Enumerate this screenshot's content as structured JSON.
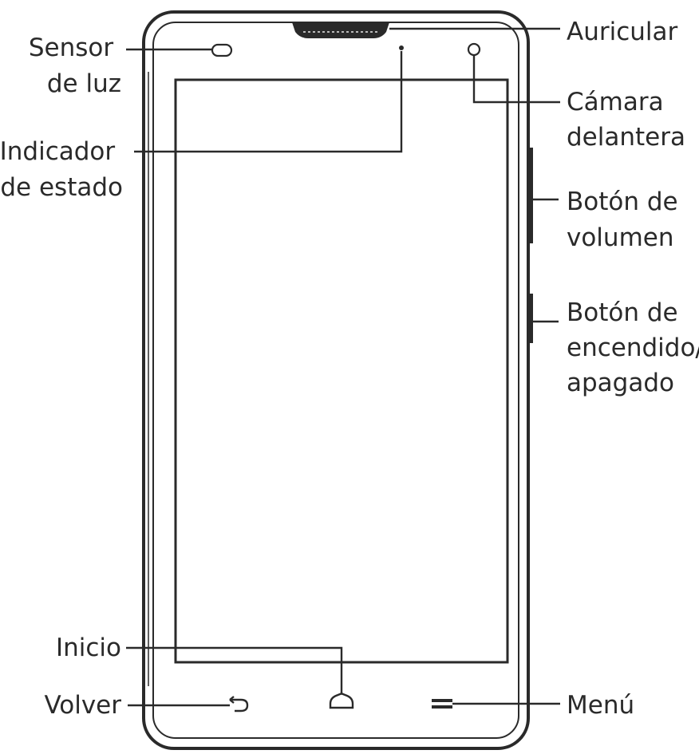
{
  "labels": {
    "auricular": "Auricular",
    "sensor_luz": [
      "Sensor",
      "de luz"
    ],
    "camara_delantera": [
      "Cámara",
      "delantera"
    ],
    "indicador_estado": [
      "Indicador",
      "de estado"
    ],
    "boton_volumen": [
      "Botón de",
      "volumen"
    ],
    "boton_encendido": [
      "Botón de",
      "encendido/",
      "apagado"
    ],
    "inicio": "Inicio",
    "volver": "Volver",
    "menu": "Menú"
  }
}
